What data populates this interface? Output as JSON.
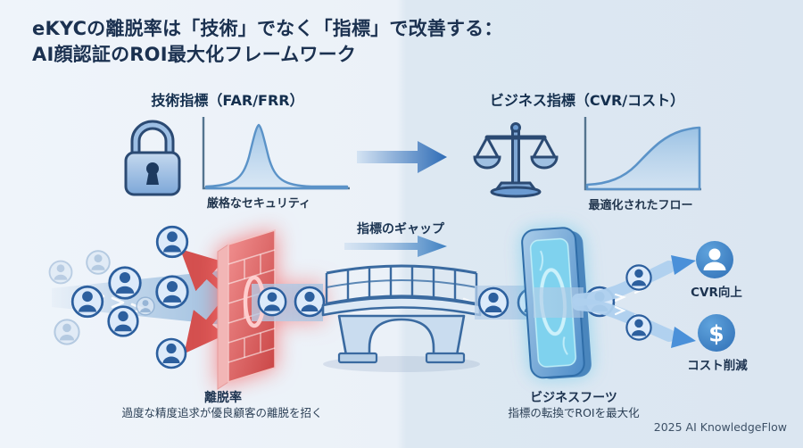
{
  "title": {
    "line1": "eKYCの離脱率は「技術」でなく「指標」で改善する：",
    "line2": "AI顔認証のROI最大化フレームワーク"
  },
  "sections": {
    "technical": {
      "title": "技術指標（FAR/FRR）",
      "caption": "厳格なセキュリティ"
    },
    "business": {
      "title": "ビジネス指標（CVR/コスト）",
      "caption": "最適化されたフロー"
    }
  },
  "flow": {
    "gap_label": "指標のギャップ",
    "churn": {
      "label": "離脱率",
      "description": "過度な精度追求が優良顧客の離脱を招く"
    },
    "filter": {
      "label": "ビジネスフーツ",
      "description": "指標の転換でROIを最大化"
    },
    "outcomes": {
      "cvr_label": "CVR向上",
      "cost_label": "コスト削減"
    }
  },
  "icons": {
    "dollar_glyph": "$"
  },
  "footer": {
    "credit": "2025 AI KnowledgeFlow"
  },
  "colors": {
    "background_left": "#eff4fa",
    "background_right": "#dde8f2",
    "title_text": "#1b3150",
    "accent_blue": "#3d7fc1",
    "wall_red": "#d95252",
    "stream_blue": "#b9d2ea",
    "panel_cyan": "#7ed0ec",
    "icon_blue": "#3f87cb"
  }
}
